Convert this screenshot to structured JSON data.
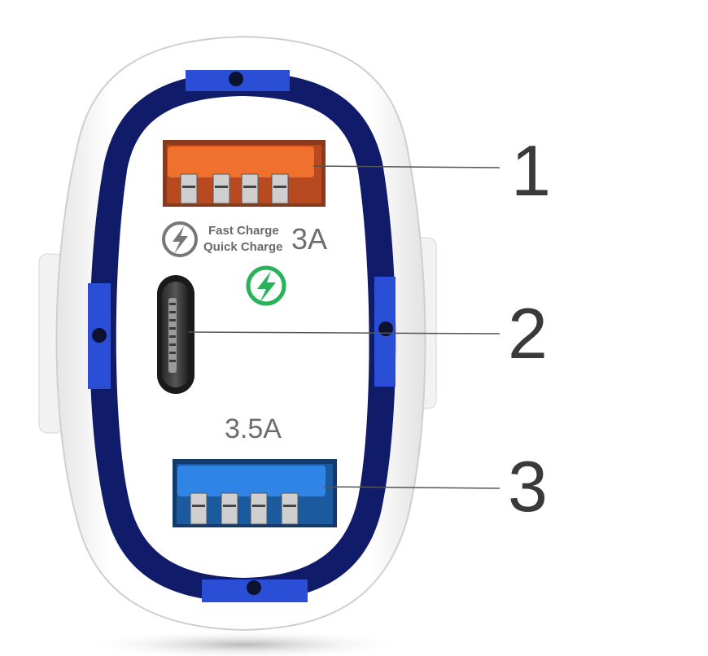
{
  "charger": {
    "port1": {
      "callout": "1",
      "color": "#e8662a"
    },
    "port2": {
      "callout": "2"
    },
    "port3": {
      "callout": "3",
      "rating": "3.5A",
      "color": "#2e7de0"
    },
    "qc_label": {
      "line1": "Fast Charge",
      "line2": "Quick Charge",
      "rating": "3A"
    },
    "bolt_icons": [
      "lightning-gray-icon",
      "lightning-green-icon"
    ],
    "colors": {
      "ring": "#1a2a8a",
      "ring_accent": "#2a4fd6",
      "body": "#f4f4f4",
      "bolt_green": "#27b35a"
    }
  }
}
